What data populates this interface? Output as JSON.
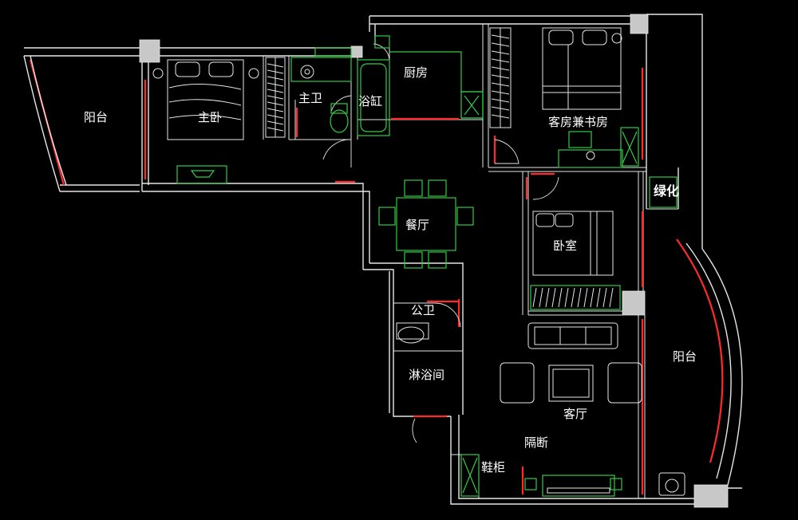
{
  "plan": {
    "background": "#000000",
    "wall_color": "#e6e6e6",
    "furniture_color": "#33cc44",
    "window_color": "#ff2a2a",
    "rooms": {
      "balcony_left": "阳台",
      "master_bedroom": "主卧",
      "master_bath": "主卫",
      "bathtub": "浴缸",
      "kitchen": "厨房",
      "guest_study": "客房兼书房",
      "greenery": "绿化",
      "dining": "餐厅",
      "bedroom": "卧室",
      "public_bath": "公卫",
      "shower": "淋浴间",
      "living": "客厅",
      "partition": "隔断",
      "shoe_cabinet": "鞋柜",
      "balcony_right": "阳台"
    }
  }
}
